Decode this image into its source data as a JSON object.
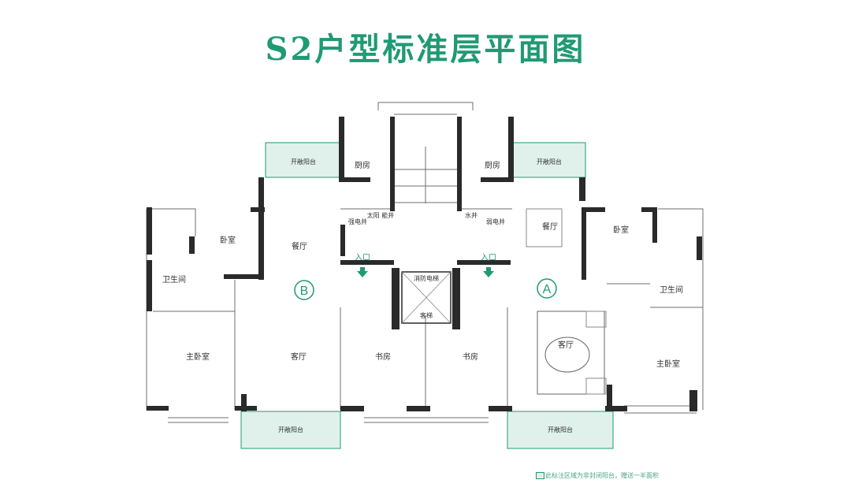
{
  "title": "S2户型标准层平面图",
  "colors": {
    "accent": "#1f9a74",
    "balcony_fill": "#dff1ea",
    "wall": "#2a2a2a"
  },
  "units": {
    "left": "B",
    "right": "A"
  },
  "rooms": {
    "balcony_top_left": "开敞阳台",
    "balcony_top_right": "开敞阳台",
    "balcony_bottom_left": "开敞阳台",
    "balcony_bottom_right": "开敞阳台",
    "kitchen_left": "厨房",
    "kitchen_right": "厨房",
    "bedroom_left": "卧室",
    "bedroom_right": "卧室",
    "dining_left": "餐厅",
    "dining_right": "餐厅",
    "bath_left": "卫生间",
    "bath_right": "卫生间",
    "master_left": "主卧室",
    "master_right": "主卧室",
    "living_left": "客厅",
    "living_right": "客厅",
    "study_left": "书房",
    "study_right": "书房",
    "strong_shaft_left": "强电井",
    "solar_shaft": "太阳\n能井",
    "water_shaft": "水井",
    "weak_shaft": "弱电井",
    "fire_elevator": "消防电梯",
    "elevator": "客梯",
    "entrance_left": "入口",
    "entrance_right": "入口"
  },
  "note": "此标注区域为非封闭阳台，赠送一半面积"
}
